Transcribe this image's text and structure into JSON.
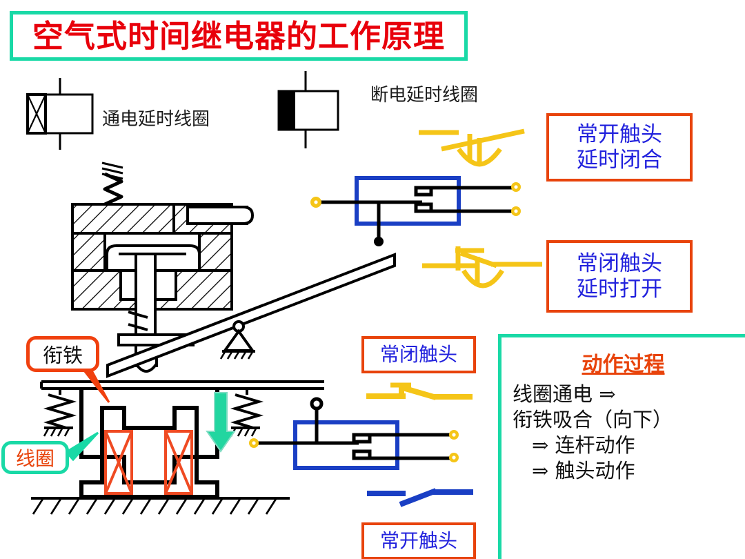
{
  "title": {
    "text": "空气式时间继电器的工作原理"
  },
  "symbols": {
    "on_delay_coil_label": "通电延时线圈",
    "off_delay_coil_label": "断电延时线圈"
  },
  "legends": {
    "no_delay_close": {
      "line1": "常开触头",
      "line2": "延时闭合"
    },
    "nc_delay_open": {
      "line1": "常闭触头",
      "line2": "延时打开"
    },
    "nc_contact": "常闭触头",
    "no_contact": "常开触头"
  },
  "callouts": {
    "armature": "衔铁",
    "coil": "线圈"
  },
  "action_panel": {
    "title": "动作过程",
    "lines": [
      "线圈通电  ⇒",
      "衔铁吸合（向下）",
      "⇒   连杆动作",
      "⇒   触头动作"
    ]
  },
  "colors": {
    "title_text": "#e8000b",
    "title_border": "#19d9a6",
    "legend_border": "#e8430b",
    "legend_text": "#2222dd",
    "panel_border": "#19d9a6",
    "panel_title": "#e8430b",
    "yellow": "#f5c518",
    "blue": "#1a3fc4",
    "green_arrow": "#22d6a0",
    "red_coil": "#ef4a22",
    "terminal_dot": "#f5c518",
    "black": "#000000"
  }
}
